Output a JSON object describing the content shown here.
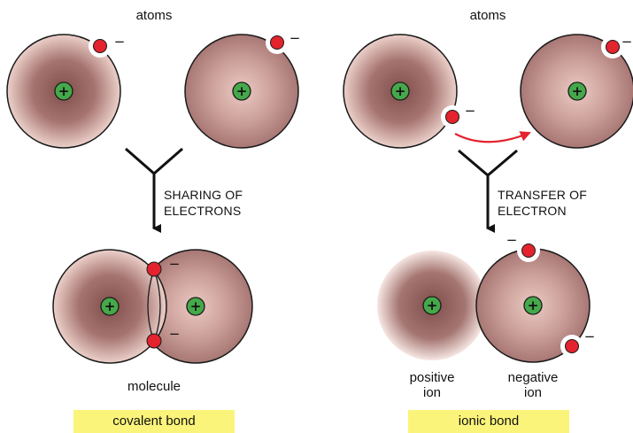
{
  "left": {
    "top_label": "atoms",
    "process_label_line1": "SHARING OF",
    "process_label_line2": "ELECTRONS",
    "result_label": "molecule",
    "bond_label": "covalent bond"
  },
  "right": {
    "top_label": "atoms",
    "process_label_line1": "TRANSFER OF",
    "process_label_line2": "ELECTRON",
    "positive_label_line1": "positive",
    "positive_label_line2": "ion",
    "negative_label_line1": "negative",
    "negative_label_line2": "ion",
    "bond_label": "ionic bond"
  },
  "symbols": {
    "nucleus_charge": "+",
    "electron_charge": "−"
  },
  "colors": {
    "nucleus_fill": "#45a84a",
    "electron_fill": "#e3232d",
    "transfer_arrow": "#e3232d",
    "atom_center_dark": "#8d5a57",
    "atom_center_light": "#e8c3bd",
    "bond_badge": "#fbf47a"
  }
}
